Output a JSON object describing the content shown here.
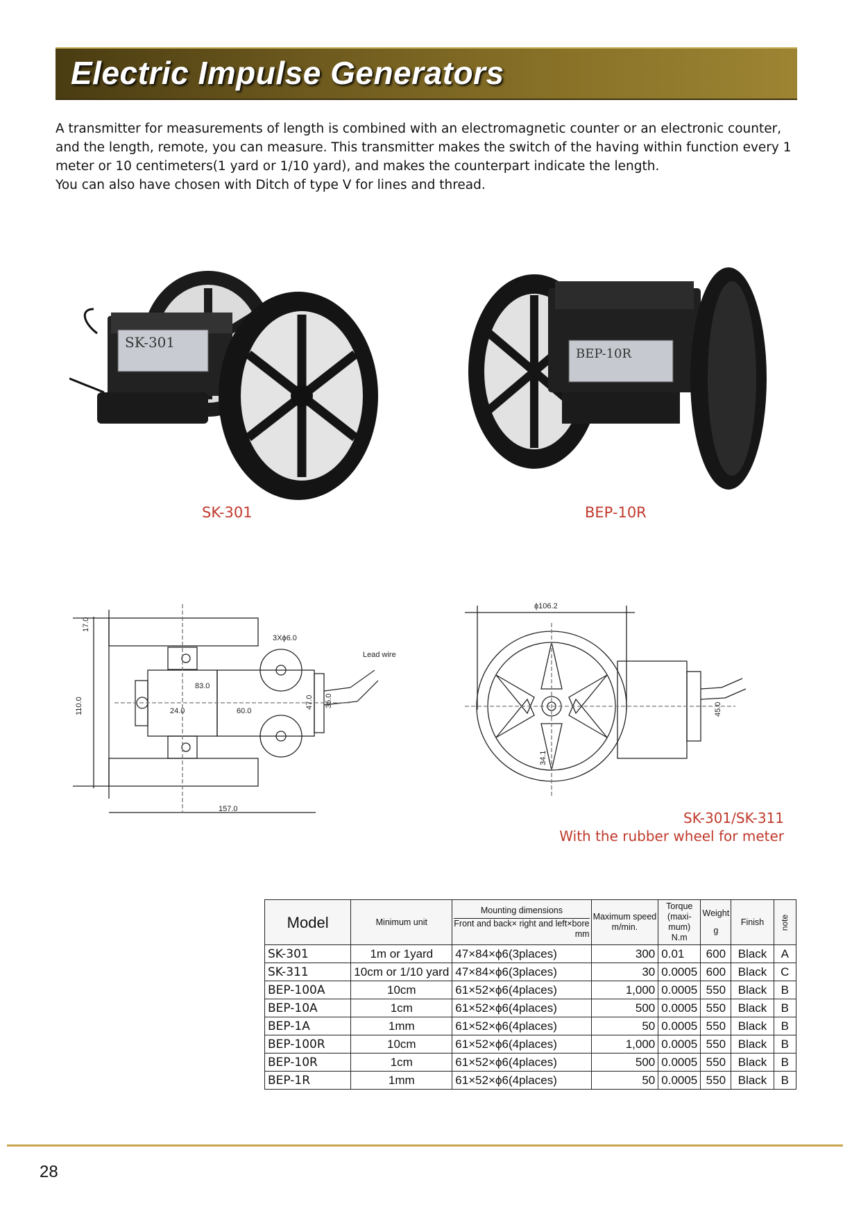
{
  "header": {
    "title": "Electric Impulse Generators"
  },
  "intro": [
    "A transmitter for measurements of length is combined with an electromagnetic counter or an electronic counter,",
    "and the length, remote, you can measure. This transmitter makes the switch of the having within function every 1",
    "meter or 10 centimeters(1 yard or 1/10 yard), and makes the counterpart indicate the length.",
    "You can also have chosen with Ditch of type V for lines and thread."
  ],
  "photos": {
    "left": {
      "caption": "SK-301",
      "plate_text": "SK-301"
    },
    "right": {
      "caption": "BEP-10R",
      "plate_text": "BEP-10R"
    }
  },
  "drawing": {
    "left_dims": {
      "d1": "17.0",
      "d2": "110.0",
      "d3": "3Xϕ6.0",
      "d4": "83.0",
      "d5": "24.0",
      "d6": "60.0",
      "d7": "47.0",
      "d8": "35.0",
      "d9": "157.0",
      "lead": "Lead wire"
    },
    "right_dims": {
      "d1": "ϕ106.2",
      "d2": "45.0",
      "d3": "34.1"
    },
    "caption_line1": "SK-301/SK-311",
    "caption_line2": "With the rubber wheel for meter"
  },
  "table": {
    "headers": {
      "model": "Model",
      "min_unit": "Minimum unit",
      "mounting": "Mounting dimensions",
      "mounting_sub": "Front and back× right and left×bore",
      "mounting_unit": "mm",
      "speed": "Maximum speed",
      "speed_unit": "m/min.",
      "torque": "Torque (maxi- mum)",
      "torque_unit": "N.m",
      "weight": "Weight",
      "weight_unit": "g",
      "finish": "Finish",
      "note": "note"
    },
    "rows": [
      {
        "model": "SK-301",
        "unit": "1m or 1yard",
        "mount": "47×84×ϕ6(3places)",
        "speed": "300",
        "torque": "0.01",
        "weight": "600",
        "finish": "Black",
        "note": "A"
      },
      {
        "model": "SK-311",
        "unit": "10cm or 1/10 yard",
        "mount": "47×84×ϕ6(3places)",
        "speed": "30",
        "torque": "0.0005",
        "weight": "600",
        "finish": "Black",
        "note": "C"
      },
      {
        "model": "BEP-100A",
        "unit": "10cm",
        "mount": "61×52×ϕ6(4places)",
        "speed": "1,000",
        "torque": "0.0005",
        "weight": "550",
        "finish": "Black",
        "note": "B"
      },
      {
        "model": "BEP-10A",
        "unit": "1cm",
        "mount": "61×52×ϕ6(4places)",
        "speed": "500",
        "torque": "0.0005",
        "weight": "550",
        "finish": "Black",
        "note": "B"
      },
      {
        "model": "BEP-1A",
        "unit": "1mm",
        "mount": "61×52×ϕ6(4places)",
        "speed": "50",
        "torque": "0.0005",
        "weight": "550",
        "finish": "Black",
        "note": "B"
      },
      {
        "model": "BEP-100R",
        "unit": "10cm",
        "mount": "61×52×ϕ6(4places)",
        "speed": "1,000",
        "torque": "0.0005",
        "weight": "550",
        "finish": "Black",
        "note": "B"
      },
      {
        "model": "BEP-10R",
        "unit": "1cm",
        "mount": "61×52×ϕ6(4places)",
        "speed": "500",
        "torque": "0.0005",
        "weight": "550",
        "finish": "Black",
        "note": "B"
      },
      {
        "model": "BEP-1R",
        "unit": "1mm",
        "mount": "61×52×ϕ6(4places)",
        "speed": "50",
        "torque": "0.0005",
        "weight": "550",
        "finish": "Black",
        "note": "B"
      }
    ]
  },
  "footer": {
    "page_number": "28"
  },
  "colors": {
    "accent": "#c0392b",
    "banner": "#6e5a1e",
    "rule": "#c9a64a"
  }
}
